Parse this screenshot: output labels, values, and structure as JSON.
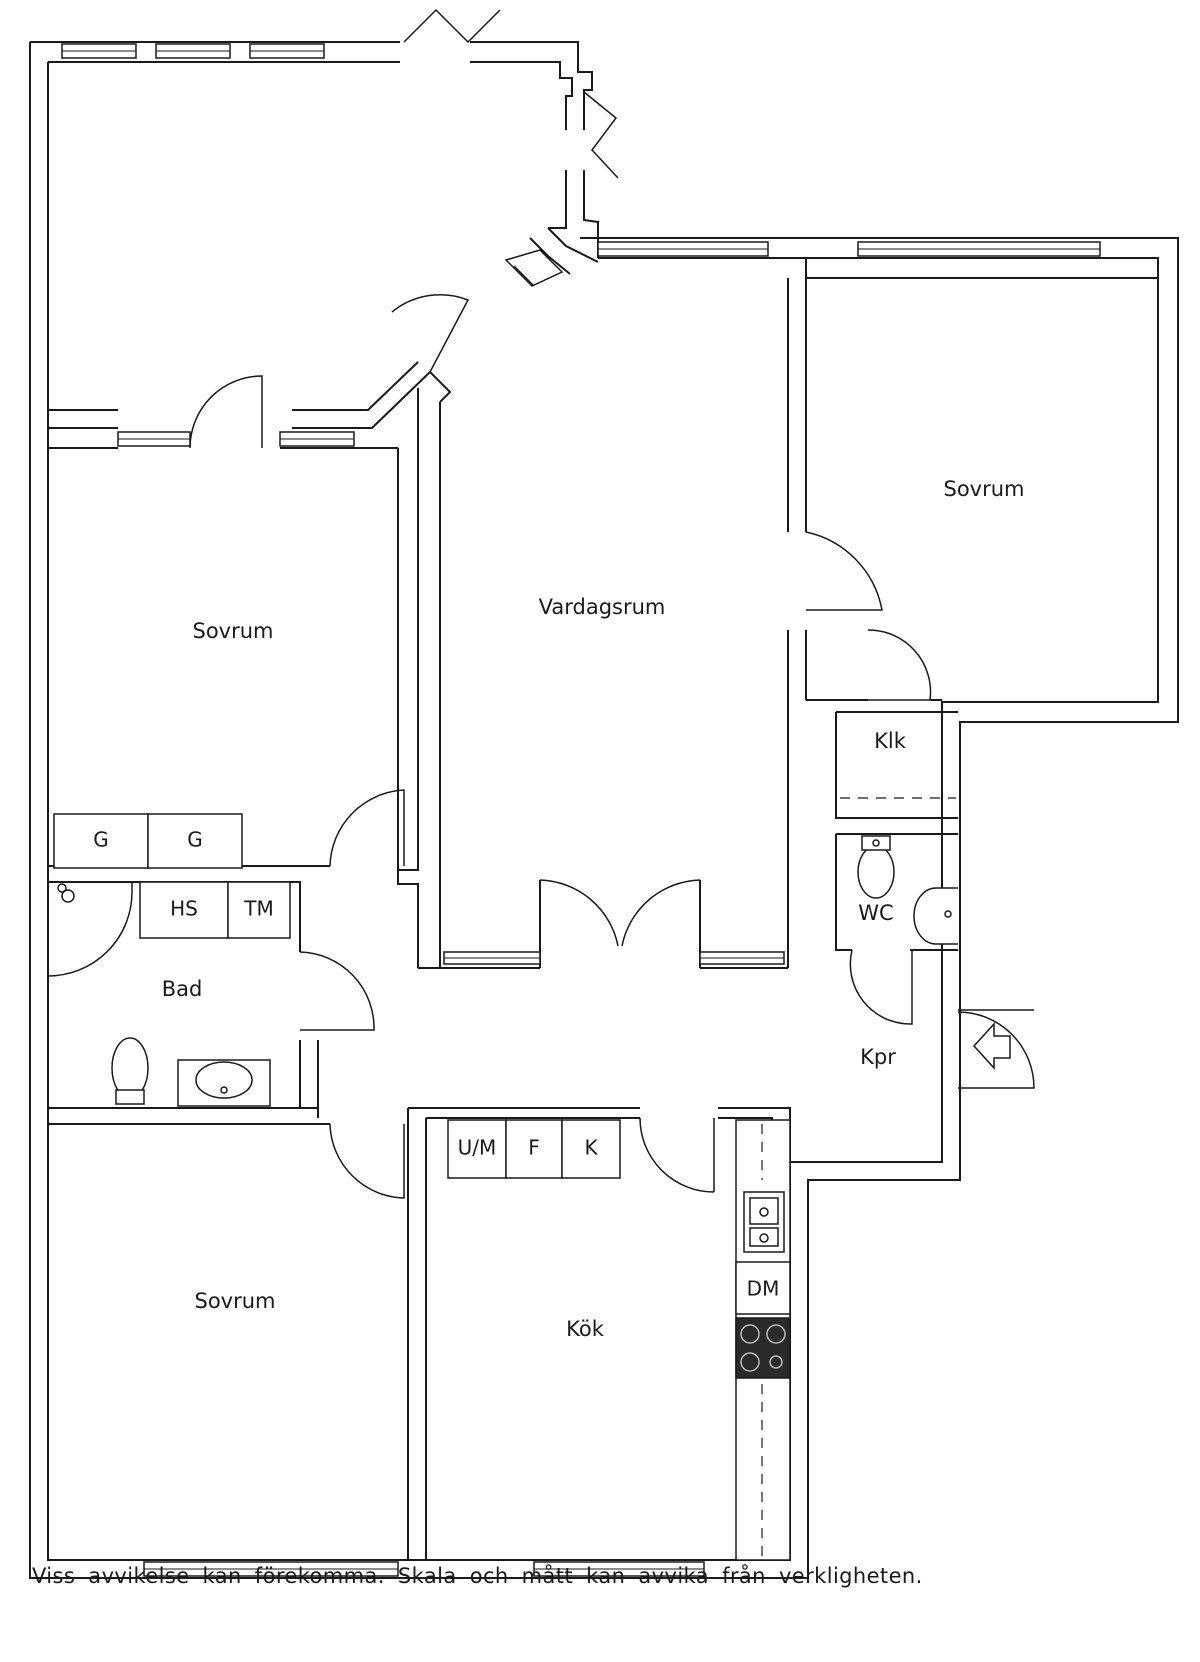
{
  "plan": {
    "rooms": {
      "sovrum_left_upper": "Sovrum",
      "vardagsrum": "Vardagsrum",
      "sovrum_right": "Sovrum",
      "klk": "Klk",
      "wc": "WC",
      "bad": "Bad",
      "kpr": "Kpr",
      "sovrum_left_lower": "Sovrum",
      "kok": "Kök"
    },
    "fixtures": {
      "g1": "G",
      "g2": "G",
      "hs": "HS",
      "tm": "TM",
      "um": "U/M",
      "f": "F",
      "k": "K",
      "dm": "DM"
    }
  },
  "disclaimer": "Viss avvikelse kan förekomma. Skala och mått kan avvika från verkligheten."
}
